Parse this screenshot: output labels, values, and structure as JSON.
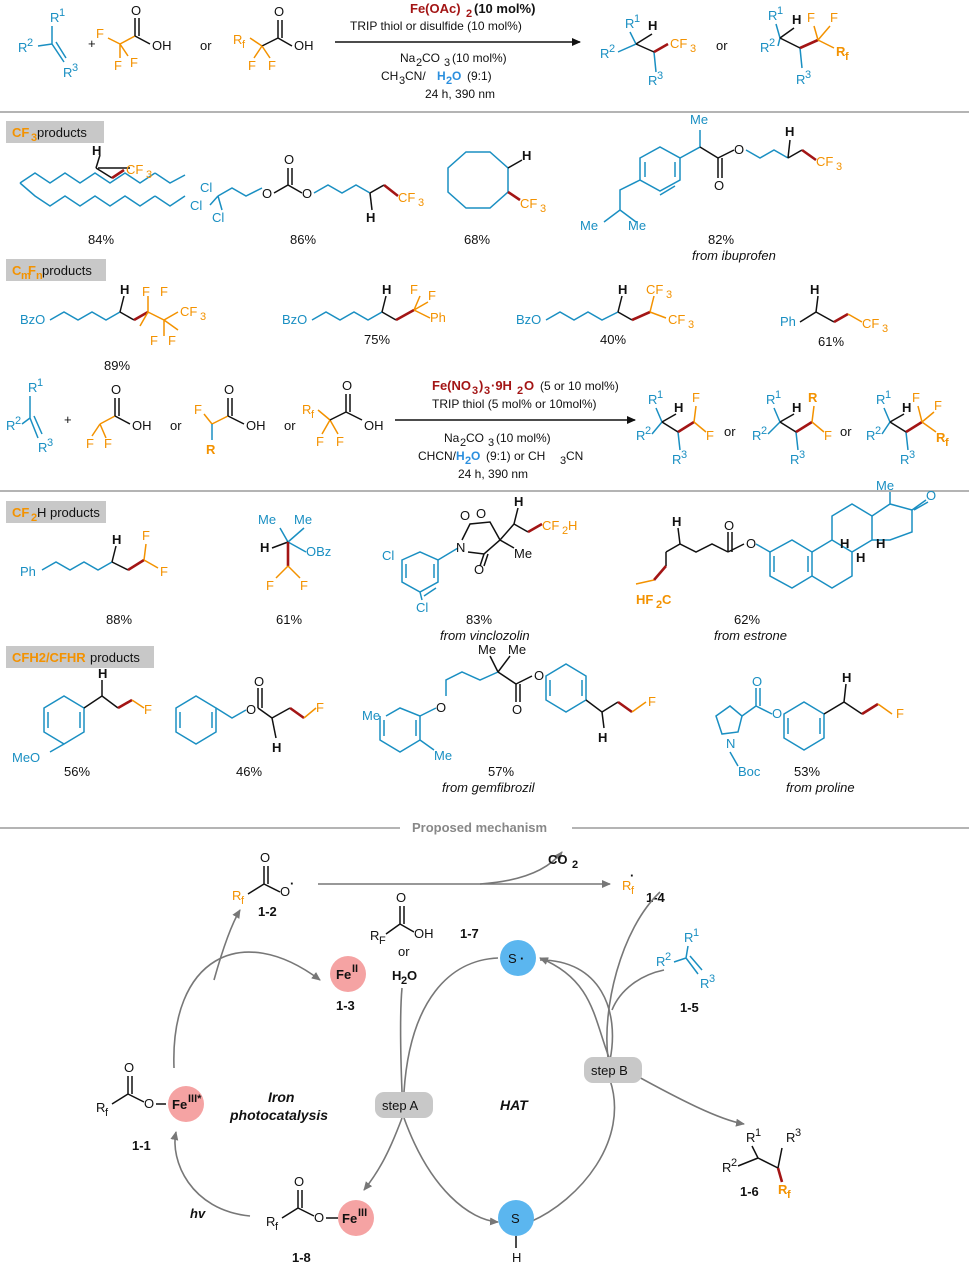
{
  "scheme1": {
    "catalyst": "Fe(OAc)",
    "catalyst_sub": "2",
    "catalyst_load": "(10 mol%)",
    "thiol": "TRIP thiol or disulfide (10 mol%)",
    "base": "Na",
    "base_sub": "2",
    "base_rest": "CO",
    "base_sub2": "3",
    "base_load": "(10 mol%)",
    "solvent_a": "CH",
    "solvent_sub": "3",
    "solvent_b": "CN/",
    "solvent_water": "H",
    "solvent_water_sub": "2",
    "solvent_water_o": "O",
    "solvent_ratio": "(9:1)",
    "conditions": "24 h, 390 nm",
    "plus": "+",
    "or": "or",
    "R1": "R",
    "R2": "R",
    "R3": "R",
    "OH": "OH",
    "O": "O",
    "F": "F",
    "Rf": "R",
    "f": "f",
    "CF3": "CF",
    "three": "3",
    "H": "H"
  },
  "cf3_section": {
    "label": "CF",
    "label_sub": "3",
    "label_rest": " products",
    "yields": [
      "84%",
      "86%",
      "68%",
      "82%"
    ],
    "note": "from ibuprofen",
    "Cl": "Cl",
    "Me": "Me"
  },
  "cmfn_section": {
    "label_a": "C",
    "label_m": "m",
    "label_b": "F",
    "label_n": "n",
    "label_rest": " products",
    "yields": [
      "89%",
      "75%",
      "40%",
      "61%"
    ],
    "BzO": "BzO",
    "Ph": "Ph"
  },
  "scheme2": {
    "catalyst": "Fe(NO",
    "catalyst_sub": "3",
    "catalyst_mid": ")",
    "catalyst_sub2": "3",
    "catalyst_hyd": "·9H",
    "catalyst_sub3": "2",
    "catalyst_o": "O",
    "catalyst_load": "(5 or 10 mol%)",
    "thiol": "TRIP thiol (5 mol% or 10mol%)",
    "base_load": "(10 mol%)",
    "solvent_a": "CHCN/",
    "solvent_ratio": "(9:1) or CH",
    "solvent_tail": "CN",
    "conditions": "24 h, 390 nm",
    "R": "R"
  },
  "cf2h_section": {
    "label": "CF",
    "label_sub": "2",
    "label_rest": "H products",
    "yields": [
      "88%",
      "61%",
      "83%",
      "62%"
    ],
    "notes": [
      "from vinclozolin",
      "from estrone"
    ],
    "OBz": "OBz",
    "CF2H": "CF",
    "HF2C": "HF",
    "C": "C",
    "N": "N"
  },
  "cfh2_section": {
    "label": "CFH2/CFHR",
    "label_rest": " products",
    "yields": [
      "56%",
      "46%",
      "57%",
      "53%"
    ],
    "notes": [
      "from gemfibrozil",
      "from proline"
    ],
    "MeO": "MeO",
    "Boc": "Boc"
  },
  "mechanism": {
    "title": "Proposed mechanism",
    "CO2": "CO",
    "CO2_sub": "2",
    "ids": [
      "1-1",
      "1-2",
      "1-3",
      "1-4",
      "1-5",
      "1-6",
      "1-7",
      "1-8"
    ],
    "Fe": "Fe",
    "FeII": "II",
    "FeIII": "III",
    "FeIIIstar": "III*",
    "S": "S",
    "dot": "·",
    "H2O": "H",
    "H2O_sub": "2",
    "H2O_o": "O",
    "RF": "R",
    "F": "F",
    "stepA": "step A",
    "stepB": "step B",
    "iron1": "Iron",
    "iron2": "photocatalysis",
    "HAT": "HAT",
    "hv": "hv"
  },
  "colors": {
    "blue": "#1a8fc2",
    "orange": "#f39200",
    "red": "#a31515",
    "pink": "#f5a3a3",
    "sky": "#5bb6ef",
    "gray": "#c8c8c8"
  }
}
